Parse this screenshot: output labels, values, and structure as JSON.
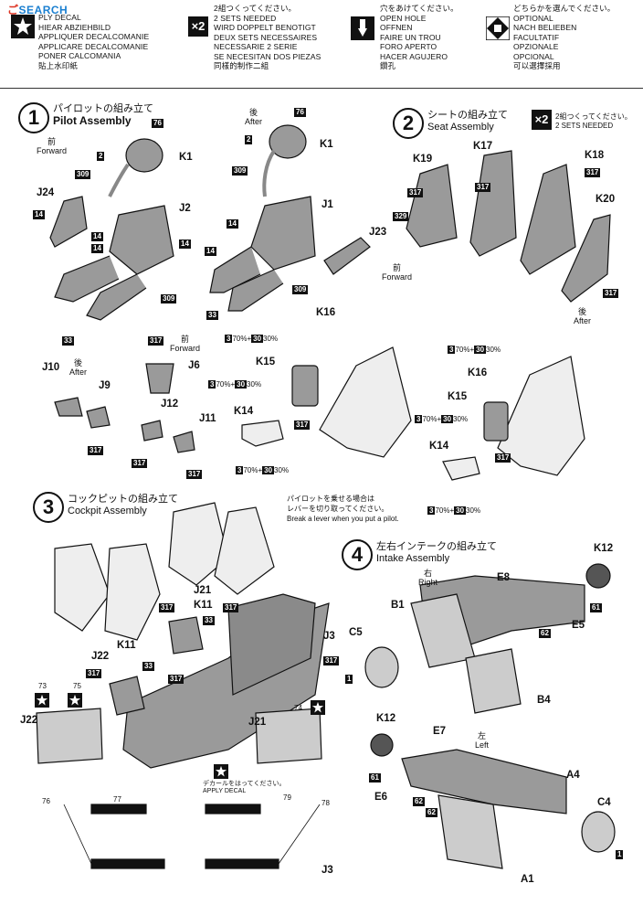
{
  "watermark": {
    "part1": "ご",
    "part2": "SEARCH"
  },
  "legend": {
    "decal": [
      "PLY DECAL",
      "HIEAR ABZIEHBILD",
      "APPLIQUER DECALCOMANIE",
      "APPLICARE DECALCOMANIE",
      "PONER CALCOMANIA",
      "貼上水印紙"
    ],
    "x2": [
      "2組つくってください。",
      "2 SETS NEEDED",
      "WIRD DOPPELT BENOTIGT",
      "DEUX SETS NECESSAIRES",
      "NECESSARIE 2 SERIE",
      "SE NECESITAN DOS PIEZAS",
      "同樣的制作二組"
    ],
    "x2_symbol": "×2",
    "hole": [
      "穴をあけてください。",
      "OPEN HOLE",
      "OFFNEN",
      "FAIRE UN TROU",
      "FORO APERTO",
      "HACER AGUJERO",
      "鑽孔"
    ],
    "optional": [
      "どちらかを選んでください。",
      "OPTIONAL",
      "NACH BELIEBEN",
      "FACULTATIF",
      "OPZIONALE",
      "OPCIONAL",
      "可以選擇採用"
    ]
  },
  "sections": {
    "s1": {
      "num": "1",
      "jp": "パイロットの組み立て",
      "en": "Pilot Assembly"
    },
    "s2": {
      "num": "2",
      "jp": "シートの組み立て",
      "en": "Seat Assembly",
      "x2_jp": "2組つくってください。",
      "x2_en": "2 SETS NEEDED",
      "x2": "×2"
    },
    "s3": {
      "num": "3",
      "jp": "コックピットの組み立て",
      "en": "Cockpit Assembly",
      "note_jp1": "パイロットを乗せる場合は",
      "note_jp2": "レバーを切り取ってください。",
      "note_en": "Break a lever when you put a pilot.",
      "decal_jp": "デカールをはってください。",
      "decal_en": "APPLY DECAL"
    },
    "s4": {
      "num": "4",
      "jp": "左右インテークの組み立て",
      "en": "Intake Assembly"
    }
  },
  "dirs": {
    "forward_jp": "前",
    "forward_en": "Forward",
    "after_jp": "後",
    "after_en": "After",
    "right_jp": "右",
    "right_en": "Right",
    "left_jp": "左",
    "left_en": "Left"
  },
  "mix": {
    "a": "3",
    "a_pct": "70%",
    "plus": "+",
    "b": "30",
    "b_pct": "30%"
  },
  "parts": {
    "K1a": "K1",
    "J2": "J2",
    "J24": "J24",
    "K1b": "K1",
    "J1": "J1",
    "J23": "J23",
    "K19": "K19",
    "K17": "K17",
    "K18": "K18",
    "K20": "K20",
    "J6": "J6",
    "J10": "J10",
    "J9": "J9",
    "J12": "J12",
    "J11": "J11",
    "K16a": "K16",
    "K15a": "K15",
    "K14a": "K14",
    "K16b": "K16",
    "K15b": "K15",
    "K14b": "K14",
    "J21a": "J21",
    "K11a": "K11",
    "K11b": "K11",
    "J3a": "J3",
    "J22": "J22",
    "J21b": "J21",
    "J3b": "J3",
    "K12a": "K12",
    "E8": "E8",
    "B1": "B1",
    "C5": "C5",
    "E5": "E5",
    "B4": "B4",
    "K12b": "K12",
    "E7": "E7",
    "A4": "A4",
    "E6": "E6",
    "C4": "C4",
    "A1": "A1"
  },
  "colors": {
    "c76": "76",
    "c2": "2",
    "c309": "309",
    "c14": "14",
    "c33": "33",
    "c317": "317",
    "c329": "329",
    "c62": "62",
    "c61": "61",
    "c1": "1",
    "c73": "73",
    "c75": "75",
    "c74": "74",
    "c77": "77",
    "c78": "78",
    "c79": "79"
  }
}
